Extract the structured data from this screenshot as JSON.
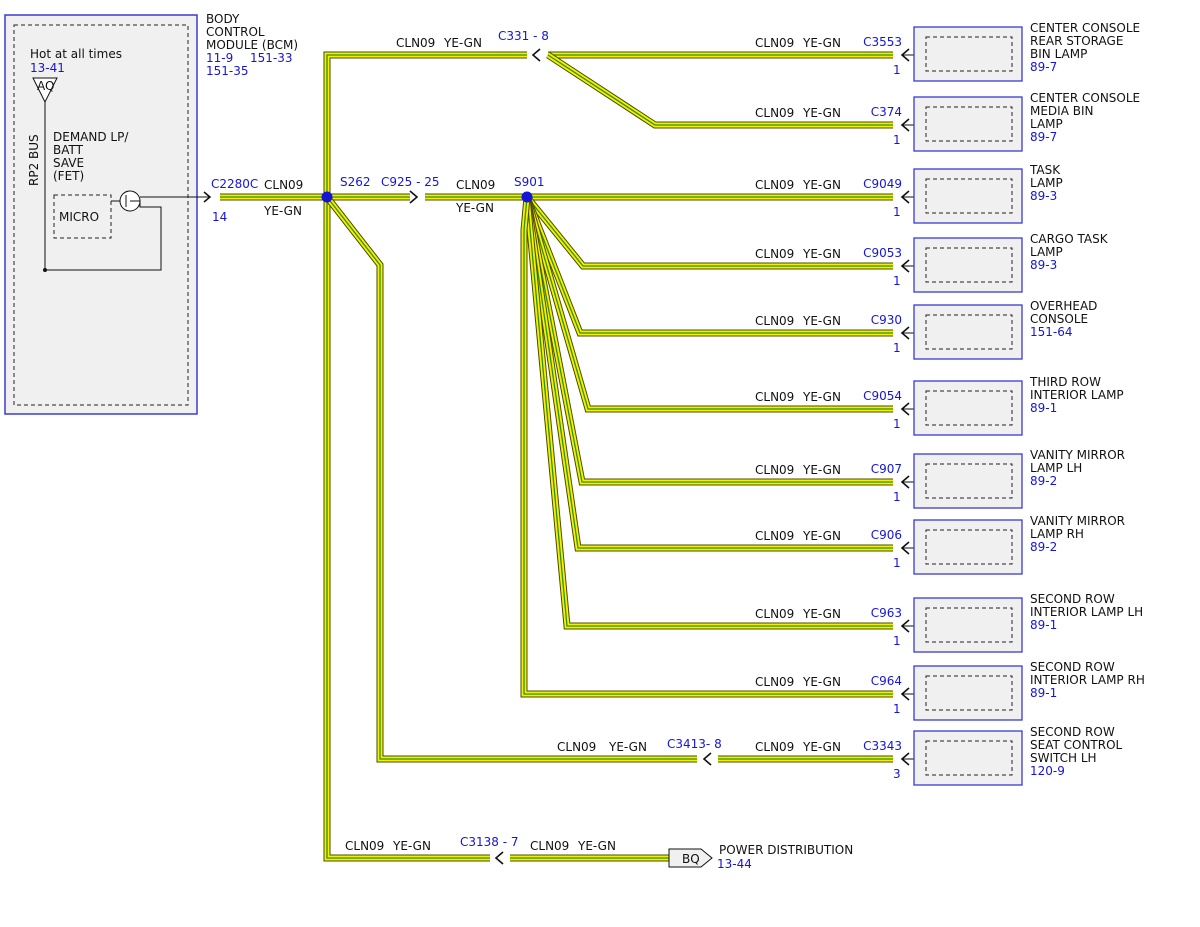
{
  "colors": {
    "wire_fill": "#f5f000",
    "wire_stripe": "#2f8f1a",
    "wire_edge": "#4a4a00",
    "ref_text": "#1515d8",
    "splice": "#1515d8",
    "module_border": "#3b3bd1",
    "module_fill": "#f0f0f0"
  },
  "bcm": {
    "title": [
      "BODY",
      "CONTROL",
      "MODULE (BCM)"
    ],
    "ref1": "11-9",
    "ref2": "151-33",
    "ref3": "151-35",
    "hot": "Hot at all times",
    "hot_ref": "13-41",
    "fuse": "AQ",
    "bus": "RP2 BUS",
    "demand": [
      "DEMAND LP/",
      "BATT",
      "SAVE",
      "(FET)"
    ],
    "micro": "MICRO",
    "connector": "C2280C",
    "pin": "14"
  },
  "wire": {
    "circuit": "CLN09",
    "color": "YE-GN"
  },
  "splices": {
    "s262": "S262",
    "s901": "S901"
  },
  "inline": {
    "c925": "C925 - 25",
    "c331": "C331 - 8",
    "c3413": "C3413- 8",
    "c3138": "C3138 - 7"
  },
  "loads": [
    {
      "conn": "C3553",
      "pin": "1",
      "name": [
        "CENTER CONSOLE",
        "REAR STORAGE",
        "BIN LAMP"
      ],
      "ref": "89-7"
    },
    {
      "conn": "C374",
      "pin": "1",
      "name": [
        "CENTER CONSOLE",
        "MEDIA BIN",
        "LAMP"
      ],
      "ref": "89-7"
    },
    {
      "conn": "C9049",
      "pin": "1",
      "name": [
        "TASK",
        "LAMP"
      ],
      "ref": "89-3"
    },
    {
      "conn": "C9053",
      "pin": "1",
      "name": [
        "CARGO TASK",
        "LAMP"
      ],
      "ref": "89-3"
    },
    {
      "conn": "C930",
      "pin": "1",
      "name": [
        "OVERHEAD",
        "CONSOLE"
      ],
      "ref": "151-64"
    },
    {
      "conn": "C9054",
      "pin": "1",
      "name": [
        "THIRD ROW",
        "INTERIOR LAMP"
      ],
      "ref": "89-1"
    },
    {
      "conn": "C907",
      "pin": "1",
      "name": [
        "VANITY MIRROR",
        "LAMP LH"
      ],
      "ref": "89-2"
    },
    {
      "conn": "C906",
      "pin": "1",
      "name": [
        "VANITY MIRROR",
        "LAMP RH"
      ],
      "ref": "89-2"
    },
    {
      "conn": "C963",
      "pin": "1",
      "name": [
        "SECOND ROW",
        "INTERIOR LAMP LH"
      ],
      "ref": "89-1"
    },
    {
      "conn": "C964",
      "pin": "1",
      "name": [
        "SECOND ROW",
        "INTERIOR LAMP RH"
      ],
      "ref": "89-1"
    },
    {
      "conn": "C3343",
      "pin": "3",
      "name": [
        "SECOND ROW",
        "SEAT CONTROL",
        "SWITCH LH"
      ],
      "ref": "120-9"
    }
  ],
  "power": {
    "tag": "BQ",
    "label": "POWER DISTRIBUTION",
    "ref": "13-44"
  }
}
